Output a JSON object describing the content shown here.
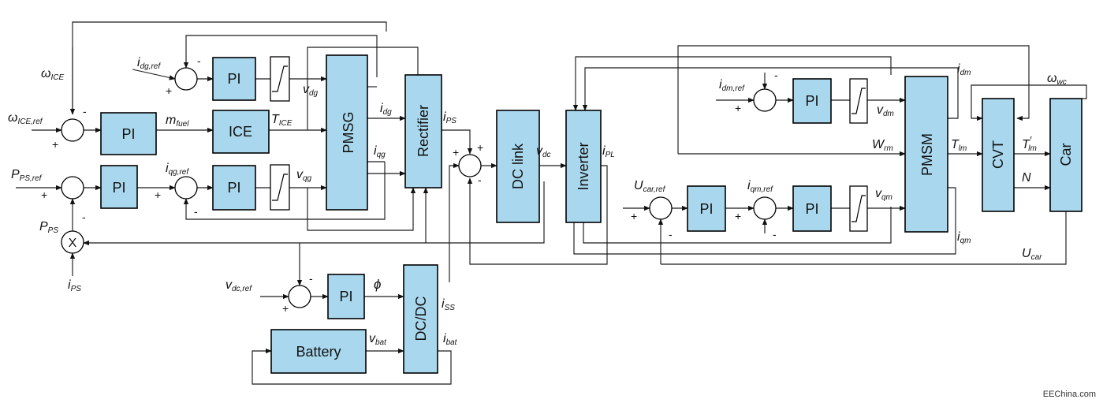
{
  "diagram": {
    "blocks": {
      "pi_speed": "PI",
      "pi_power": "PI",
      "pi_dg": "PI",
      "pi_qg": "PI",
      "ice": "ICE",
      "pmsg": "PMSG",
      "rectifier": "Rectifier",
      "dc_link": "DC link",
      "inverter": "Inverter",
      "pi_dcdc": "PI",
      "dcdc": "DC/DC",
      "battery": "Battery",
      "pi_car": "PI",
      "pi_qm": "PI",
      "pi_dm": "PI",
      "pmsm": "PMSM",
      "cvt": "CVT",
      "car": "Car"
    },
    "signals": {
      "omega_ice": {
        "base": "ω",
        "sub": "ICE"
      },
      "omega_ice_ref": {
        "base": "ω",
        "sub": "ICE,ref"
      },
      "p_ps_ref": {
        "base": "P",
        "sub": "PS,ref"
      },
      "p_ps": {
        "base": "P",
        "sub": "PS"
      },
      "i_ps_bottom": {
        "base": "i",
        "sub": "PS"
      },
      "i_dg_ref": {
        "base": "i",
        "sub": "dg,ref"
      },
      "i_qg_ref": {
        "base": "i",
        "sub": "qg,ref"
      },
      "m_fuel": {
        "base": "m",
        "sub": "fuel"
      },
      "t_ice": {
        "base": "T",
        "sub": "ICE"
      },
      "v_dg": {
        "base": "v",
        "sub": "dg"
      },
      "v_qg": {
        "base": "v",
        "sub": "qg"
      },
      "i_dg": {
        "base": "i",
        "sub": "dg"
      },
      "i_qg": {
        "base": "i",
        "sub": "qg"
      },
      "i_ps": {
        "base": "i",
        "sub": "PS"
      },
      "v_dc": {
        "base": "v",
        "sub": "dc"
      },
      "i_pl": {
        "base": "i",
        "sub": "PL"
      },
      "v_dc_ref": {
        "base": "v",
        "sub": "dc,ref"
      },
      "phi": {
        "base": "ϕ",
        "sub": ""
      },
      "i_ss": {
        "base": "i",
        "sub": "SS"
      },
      "v_bat": {
        "base": "v",
        "sub": "bat"
      },
      "i_bat": {
        "base": "i",
        "sub": "bat"
      },
      "u_car_ref": {
        "base": "U",
        "sub": "car,ref"
      },
      "i_qm_ref": {
        "base": "i",
        "sub": "qm,ref"
      },
      "i_dm_ref": {
        "base": "i",
        "sub": "dm,ref"
      },
      "v_dm": {
        "base": "v",
        "sub": "dm"
      },
      "v_qm": {
        "base": "v",
        "sub": "qm"
      },
      "i_dm": {
        "base": "i",
        "sub": "dm"
      },
      "i_qm": {
        "base": "i",
        "sub": "qm"
      },
      "w_rm": {
        "base": "W",
        "sub": "rm"
      },
      "t_lm": {
        "base": "T",
        "sub": "lm"
      },
      "t_lm_prime": {
        "base": "T",
        "sub": "lm",
        "sup": "′"
      },
      "n": {
        "base": "N",
        "sub": ""
      },
      "omega_wc": {
        "base": "ω",
        "sub": "wc"
      },
      "u_car": {
        "base": "U",
        "sub": "car"
      }
    },
    "summing_x": "X",
    "plus": "+",
    "minus": "-",
    "watermark": "EEChina.com"
  }
}
